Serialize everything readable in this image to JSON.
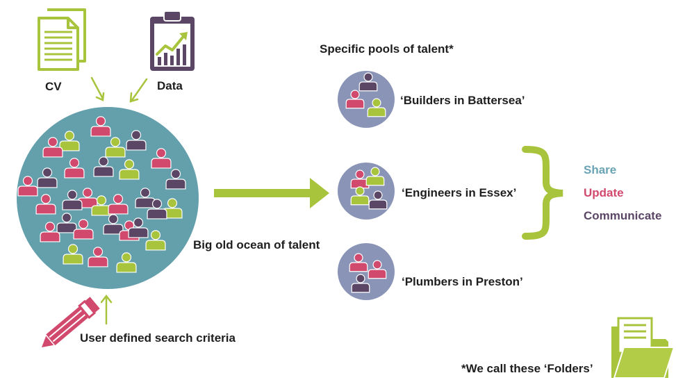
{
  "labels": {
    "cv": "CV",
    "data": "Data",
    "ocean": "Big old ocean of talent",
    "pools_title": "Specific pools of talent*",
    "search": "User defined search criteria",
    "footnote": "*We call these ‘Folders’"
  },
  "pools": [
    {
      "label": "‘Builders in Battersea’"
    },
    {
      "label": "‘Engineers in Essex’"
    },
    {
      "label": "‘Plumbers in Preston’"
    }
  ],
  "actions": [
    {
      "label": "Share",
      "color": "#6aa3b3"
    },
    {
      "label": "Update",
      "color": "#d2496e"
    },
    {
      "label": "Communicate",
      "color": "#5b4666"
    }
  ],
  "colors": {
    "green": "#a8c43c",
    "pink": "#d2496e",
    "purple": "#5b4666",
    "ocean": "#64a0ac",
    "pool": "#8a94b6"
  },
  "icons": [
    "document-icon",
    "clipboard-chart-icon",
    "pencil-icon",
    "folder-icon",
    "person-icon"
  ]
}
